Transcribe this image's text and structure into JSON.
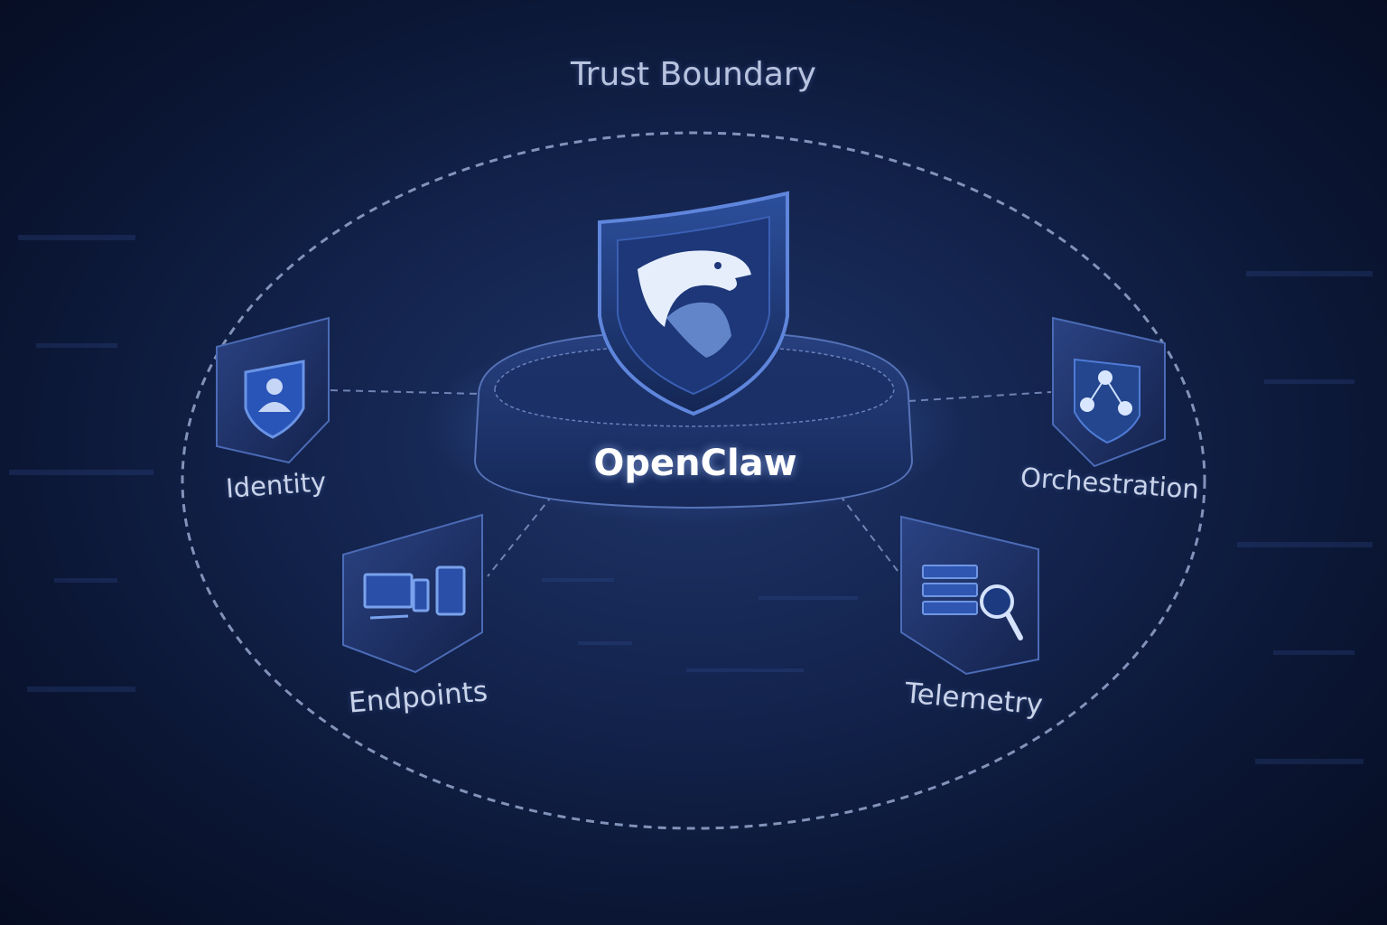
{
  "diagram": {
    "boundary_label": "Trust Boundary",
    "core": {
      "title": "OpenClaw",
      "icon": "eagle-shield-icon"
    },
    "nodes": [
      {
        "id": "identity",
        "label": "Identity",
        "icon": "user-shield-icon"
      },
      {
        "id": "endpoints",
        "label": "Endpoints",
        "icon": "devices-icon"
      },
      {
        "id": "orchestration",
        "label": "Orchestration",
        "icon": "workflow-nodes-icon"
      },
      {
        "id": "telemetry",
        "label": "Telemetry",
        "icon": "server-search-icon"
      }
    ]
  },
  "colors": {
    "background": "#0b1634",
    "accent": "#4a78d8",
    "text": "#c9d3ea",
    "core_text": "#ffffff"
  }
}
